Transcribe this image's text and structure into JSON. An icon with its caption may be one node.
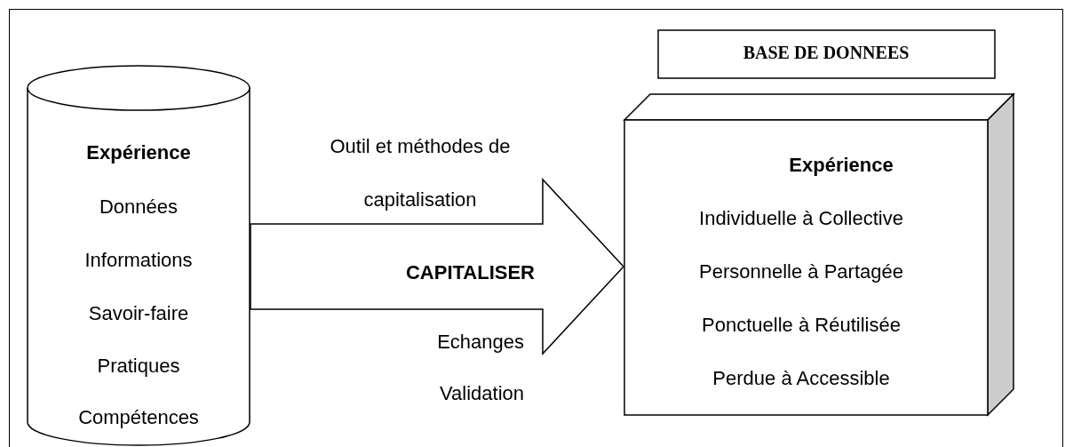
{
  "diagram": {
    "nodes": [
      {
        "text": [
          "Expérience",
          "Données",
          "Informations",
          "Savoir-faire",
          "Pratiques",
          "Compétences"
        ]
      },
      {
        "text": [
          "BASE DE DONNEES"
        ]
      },
      {
        "text": [
          "Expérience",
          "Individuelle à  Collective",
          "Personnelle à  Partagée",
          "Ponctuelle à  Réutilisée",
          "Perdue à  Accessible"
        ]
      }
    ],
    "edges": [
      {
        "from": 0,
        "to": 2,
        "arrow": "to",
        "label": "CAPITALISER"
      }
    ],
    "labels": [
      "Outil et méthodes de capitalisation",
      "Echanges",
      "Validation"
    ]
  }
}
